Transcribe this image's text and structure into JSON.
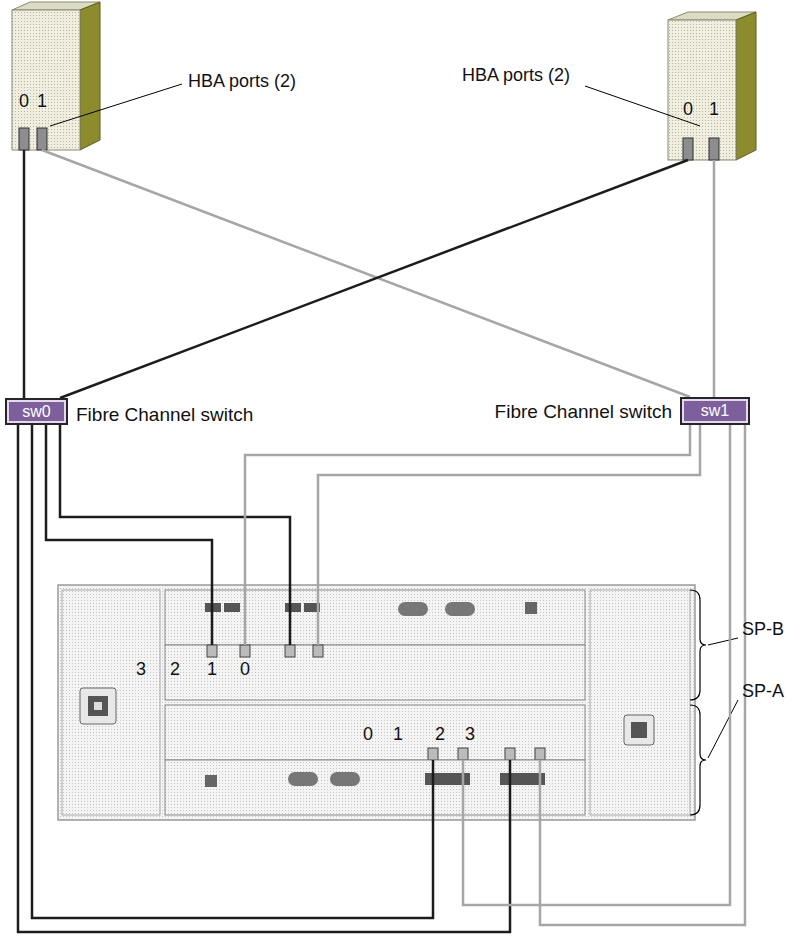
{
  "diagram": {
    "nodes": [
      {
        "text": [
          "0",
          "1"
        ]
      },
      {
        "text": [
          "0",
          "1"
        ]
      },
      {
        "text": [
          "sw0",
          "Fibre Channel switch"
        ]
      },
      {
        "text": [
          "sw1",
          "Fibre Channel switch"
        ]
      },
      {
        "text": [
          "3",
          "2",
          "1",
          "0"
        ]
      },
      {
        "text": [
          "0",
          "1",
          "2",
          "3"
        ]
      }
    ],
    "edges": [
      {
        "from": 0,
        "to": 2,
        "arrow": "none"
      },
      {
        "from": 0,
        "to": 3,
        "arrow": "none"
      },
      {
        "from": 1,
        "to": 2,
        "arrow": "none"
      },
      {
        "from": 1,
        "to": 3,
        "arrow": "none"
      },
      {
        "from": 2,
        "to": 4,
        "arrow": "none"
      },
      {
        "from": 2,
        "to": 4,
        "arrow": "none"
      },
      {
        "from": 3,
        "to": 4,
        "arrow": "none"
      },
      {
        "from": 3,
        "to": 4,
        "arrow": "none"
      },
      {
        "from": 2,
        "to": 5,
        "arrow": "none"
      },
      {
        "from": 2,
        "to": 5,
        "arrow": "none"
      },
      {
        "from": 3,
        "to": 5,
        "arrow": "none"
      },
      {
        "from": 3,
        "to": 5,
        "arrow": "none"
      }
    ],
    "labels": [
      "HBA ports (2)",
      "HBA ports (2)",
      "SP-B",
      "SP-A"
    ]
  }
}
